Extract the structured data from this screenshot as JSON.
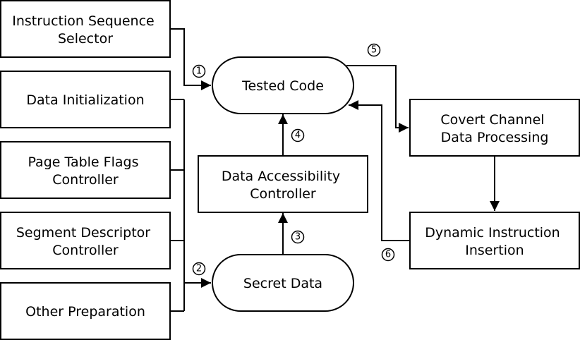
{
  "nodes": {
    "instruction_sequence_selector": [
      "Instruction Sequence",
      "Selector"
    ],
    "data_initialization": [
      "Data Initialization"
    ],
    "page_table_flags_controller": [
      "Page Table Flags",
      "Controller"
    ],
    "segment_descriptor_controller": [
      "Segment Descriptor",
      "Controller"
    ],
    "other_preparation": [
      "Other Preparation"
    ],
    "tested_code": [
      "Tested Code"
    ],
    "data_accessibility_controller": [
      "Data Accessibility",
      "Controller"
    ],
    "secret_data": [
      "Secret Data"
    ],
    "covert_channel_data_processing": [
      "Covert Channel",
      "Data Processing"
    ],
    "dynamic_instruction_insertion": [
      "Dynamic Instruction",
      "Insertion"
    ]
  },
  "steps": [
    "1",
    "2",
    "3",
    "4",
    "5",
    "6"
  ],
  "colors": {
    "stroke": "#000000",
    "fill": "#ffffff",
    "text": "#000000"
  }
}
